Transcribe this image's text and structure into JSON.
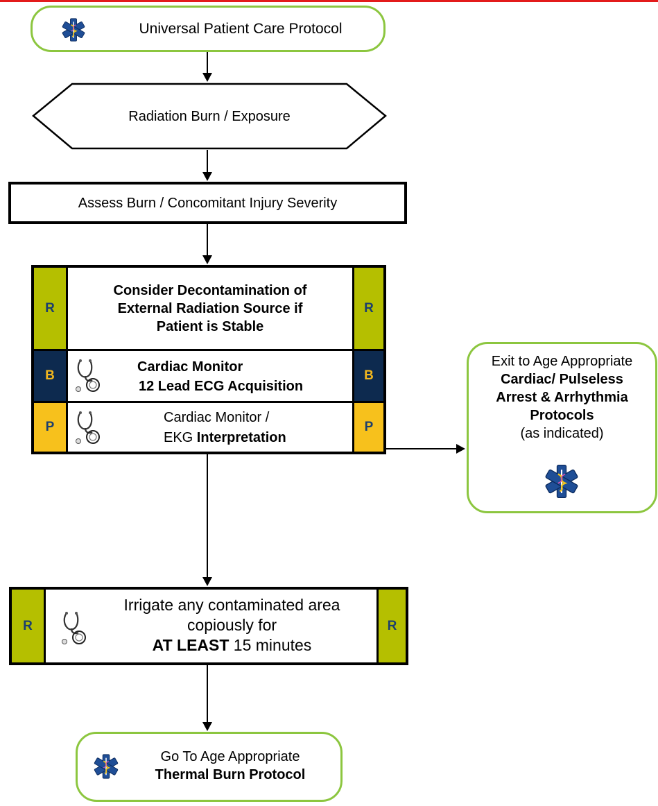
{
  "start": {
    "label": "Universal Patient Care Protocol",
    "icon": "star-of-life-icon"
  },
  "hexagon": {
    "label": "Radiation Burn / Exposure"
  },
  "assess": {
    "label": "Assess Burn / Concomitant Injury Severity"
  },
  "group1": {
    "row1": {
      "tag": "R",
      "text_lines": [
        "Consider Decontamination of",
        "External Radiation Source if",
        "Patient is Stable"
      ]
    },
    "row2": {
      "tag": "B",
      "line1": "Cardiac Monitor",
      "line2": "12 Lead ECG Acquisition",
      "icon": "stethoscope-icon"
    },
    "row3": {
      "tag": "P",
      "line1": "Cardiac Monitor /",
      "line2_regular": "EKG ",
      "line2_bold": "Interpretation",
      "icon": "stethoscope-icon"
    }
  },
  "exit": {
    "line1": "Exit to Age Appropriate",
    "line2": "Cardiac/ Pulseless",
    "line3": "Arrest & Arrhythmia",
    "line4": "Protocols",
    "line5": "(as indicated)",
    "icon": "star-of-life-icon"
  },
  "irrigate": {
    "tag": "R",
    "line1": "Irrigate any contaminated area",
    "line2": "copiously for",
    "line3_bold": "AT LEAST",
    "line3_regular": " 15 minutes",
    "icon": "stethoscope-icon"
  },
  "end": {
    "line1": "Go To Age Appropriate",
    "line2": "Thermal Burn Protocol",
    "icon": "star-of-life-icon"
  },
  "colors": {
    "terminal_border": "#8cc63f",
    "tag_r": "#b5bf00",
    "tag_b": "#0d2a4f",
    "tag_p": "#f7c11c",
    "top_bar": "#e31b1b"
  }
}
